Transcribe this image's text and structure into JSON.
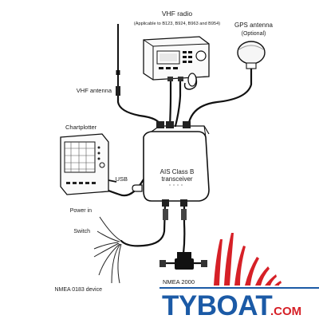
{
  "labels": {
    "vhf_radio": "VHF radio",
    "vhf_radio_note": "(Applicable to B123, B924, B963 and B954)",
    "gps_antenna": "GPS antenna",
    "gps_antenna_note": "(Optional)",
    "vhf_antenna": "VHF antenna",
    "chartplotter": "Chartplotter",
    "usb": "USB",
    "power_in": "Power in",
    "switch": "Switch",
    "nmea0183": "NMEA 0183 device",
    "nmea2000": "NMEA 2000",
    "transceiver_line1": "AIS Class B",
    "transceiver_line2": "transceiver"
  },
  "logo": {
    "text": "TYBOAT",
    "suffix": ".COM",
    "color_red": "#d62027",
    "color_blue": "#1b5aa6"
  }
}
